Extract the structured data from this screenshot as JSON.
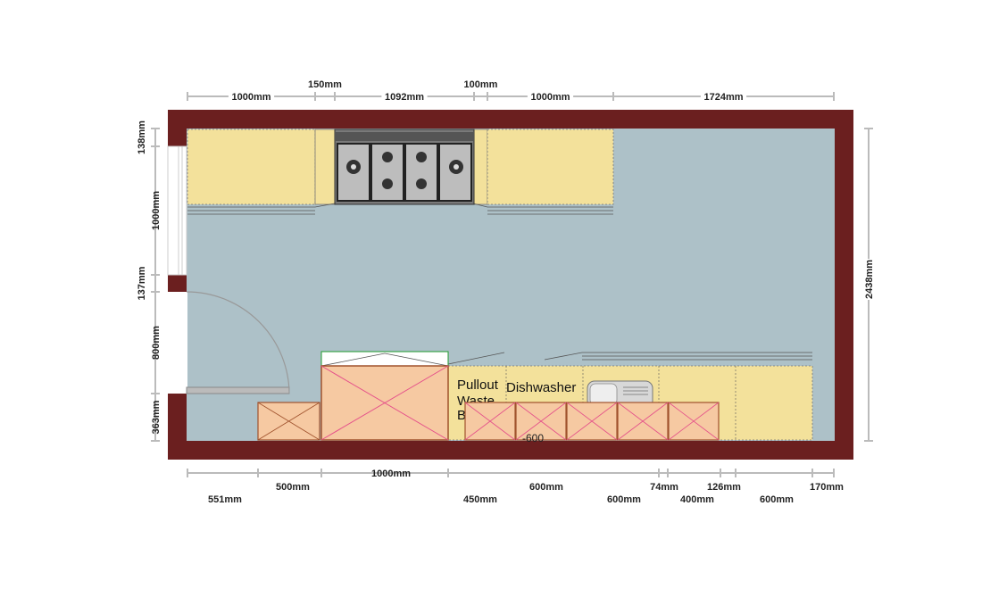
{
  "colors": {
    "wall": "#6b1f1f",
    "floor": "#adc1c8",
    "cabinet": "#f3e19b",
    "appliance": "#f6c9a2",
    "cross": "#e5508a",
    "dim": "#bbbbbb",
    "cooktop": "#555555"
  },
  "dimensions": {
    "top": [
      "1000mm",
      "150mm",
      "1092mm",
      "100mm",
      "1000mm",
      "1724mm"
    ],
    "left": [
      "138mm",
      "1000mm",
      "137mm",
      "800mm",
      "363mm"
    ],
    "right": [
      "2438mm"
    ],
    "bottom_row1": [
      "500mm",
      "1000mm",
      "600mm",
      "74mm",
      "126mm",
      "170mm"
    ],
    "bottom_row2": [
      "551mm",
      "450mm",
      "600mm",
      "400mm",
      "600mm"
    ]
  },
  "labels": {
    "pullout_line1": "Pullout",
    "pullout_line2": "Waste",
    "pullout_line3": "B",
    "dishwasher": "Dishwasher",
    "partial_dim": "-600"
  },
  "icons": {
    "cooktop": "gas-range-icon",
    "sink": "sink-icon",
    "door": "door-swing-icon"
  }
}
